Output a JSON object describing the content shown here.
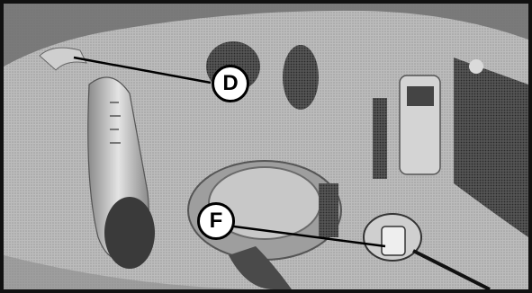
{
  "figure": {
    "style": "grayscale photo of engine compartment",
    "callouts": [
      {
        "label": "D"
      },
      {
        "label": "F"
      }
    ]
  },
  "colors": {
    "background": "#bdbdbd",
    "border": "#111111",
    "callout_fill": "#ffffff",
    "callout_text": "#000000"
  }
}
